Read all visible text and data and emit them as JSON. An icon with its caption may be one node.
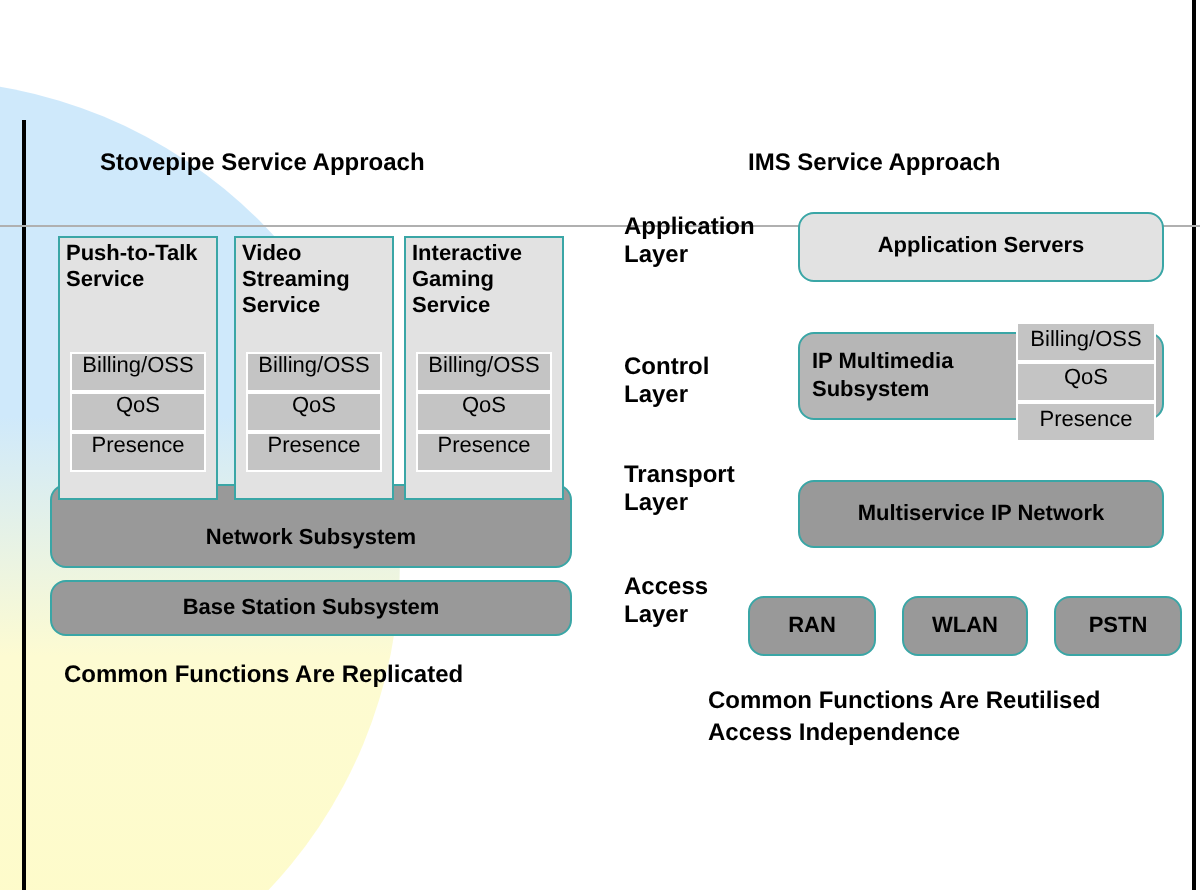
{
  "diagram": {
    "nodes": [
      {
        "text": [
          "Push-to-Talk Service"
        ]
      },
      {
        "text": [
          "Billing/OSS"
        ],
        "in": 0
      },
      {
        "text": [
          "QoS"
        ],
        "in": 0
      },
      {
        "text": [
          "Presence"
        ],
        "in": 0
      },
      {
        "text": [
          "Video Streaming Service"
        ]
      },
      {
        "text": [
          "Billing/OSS"
        ],
        "in": 4
      },
      {
        "text": [
          "QoS"
        ],
        "in": 4
      },
      {
        "text": [
          "Presence"
        ],
        "in": 4
      },
      {
        "text": [
          "Interactive Gaming Service"
        ]
      },
      {
        "text": [
          "Billing/OSS"
        ],
        "in": 8
      },
      {
        "text": [
          "QoS"
        ],
        "in": 8
      },
      {
        "text": [
          "Presence"
        ],
        "in": 8
      },
      {
        "text": [
          "Network Subsystem"
        ]
      },
      {
        "text": [
          "Base Station Subsystem"
        ]
      },
      {
        "text": [
          "Application Servers"
        ]
      },
      {
        "text": [
          "IP Multimedia Subsystem"
        ]
      },
      {
        "text": [
          "Billing/OSS"
        ]
      },
      {
        "text": [
          "QoS"
        ],
        "in": 15
      },
      {
        "text": [
          "Presence"
        ]
      },
      {
        "text": [
          "Multiservice IP Network"
        ]
      },
      {
        "text": [
          "RAN"
        ]
      },
      {
        "text": [
          "WLAN"
        ]
      },
      {
        "text": [
          "PSTN"
        ]
      }
    ],
    "labels": [
      "Stovepipe Service Approach",
      "IMS Service Approach",
      "Application Layer",
      "Control Layer",
      "Transport Layer",
      "Access Layer",
      "Common Functions Are Replicated",
      "Common Functions Are Reutilised",
      "Access Independence"
    ]
  }
}
